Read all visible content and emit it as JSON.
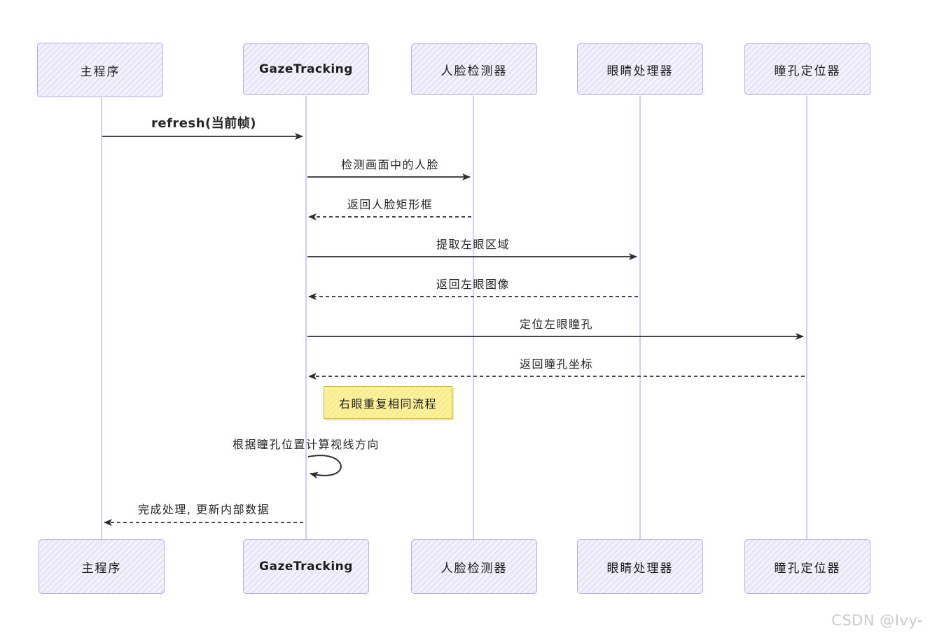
{
  "diagram": {
    "type": "sequence-diagram",
    "actors": [
      {
        "id": "main",
        "label": "主程序"
      },
      {
        "id": "gaze",
        "label": "GazeTracking"
      },
      {
        "id": "face",
        "label": "人脸检测器"
      },
      {
        "id": "eye",
        "label": "眼睛处理器"
      },
      {
        "id": "pupil",
        "label": "瞳孔定位器"
      }
    ],
    "messages": [
      {
        "from": "主程序",
        "to": "GazeTracking",
        "label": "refresh(当前帧)",
        "style": "solid"
      },
      {
        "from": "GazeTracking",
        "to": "人脸检测器",
        "label": "检测画面中的人脸",
        "style": "solid"
      },
      {
        "from": "人脸检测器",
        "to": "GazeTracking",
        "label": "返回人脸矩形框",
        "style": "dashed"
      },
      {
        "from": "GazeTracking",
        "to": "眼睛处理器",
        "label": "提取左眼区域",
        "style": "solid"
      },
      {
        "from": "眼睛处理器",
        "to": "GazeTracking",
        "label": "返回左眼图像",
        "style": "dashed"
      },
      {
        "from": "GazeTracking",
        "to": "瞳孔定位器",
        "label": "定位左眼瞳孔",
        "style": "solid"
      },
      {
        "from": "瞳孔定位器",
        "to": "GazeTracking",
        "label": "返回瞳孔坐标",
        "style": "dashed"
      },
      {
        "from": "GazeTracking",
        "to": "GazeTracking",
        "label": "根据瞳孔位置计算视线方向",
        "style": "self"
      },
      {
        "from": "GazeTracking",
        "to": "主程序",
        "label": "完成处理, 更新内部数据",
        "style": "dashed"
      }
    ],
    "note": {
      "label": "右眼重复相同流程"
    },
    "watermark": "CSDN @Ivy-",
    "colors": {
      "actor_fill": "#e9e6f8",
      "actor_border": "#b9aeea",
      "lifeline": "#d7ccf3",
      "arrow": "#2e2e2e",
      "note_fill": "#fbf19d",
      "note_border": "#cdb83a"
    }
  }
}
